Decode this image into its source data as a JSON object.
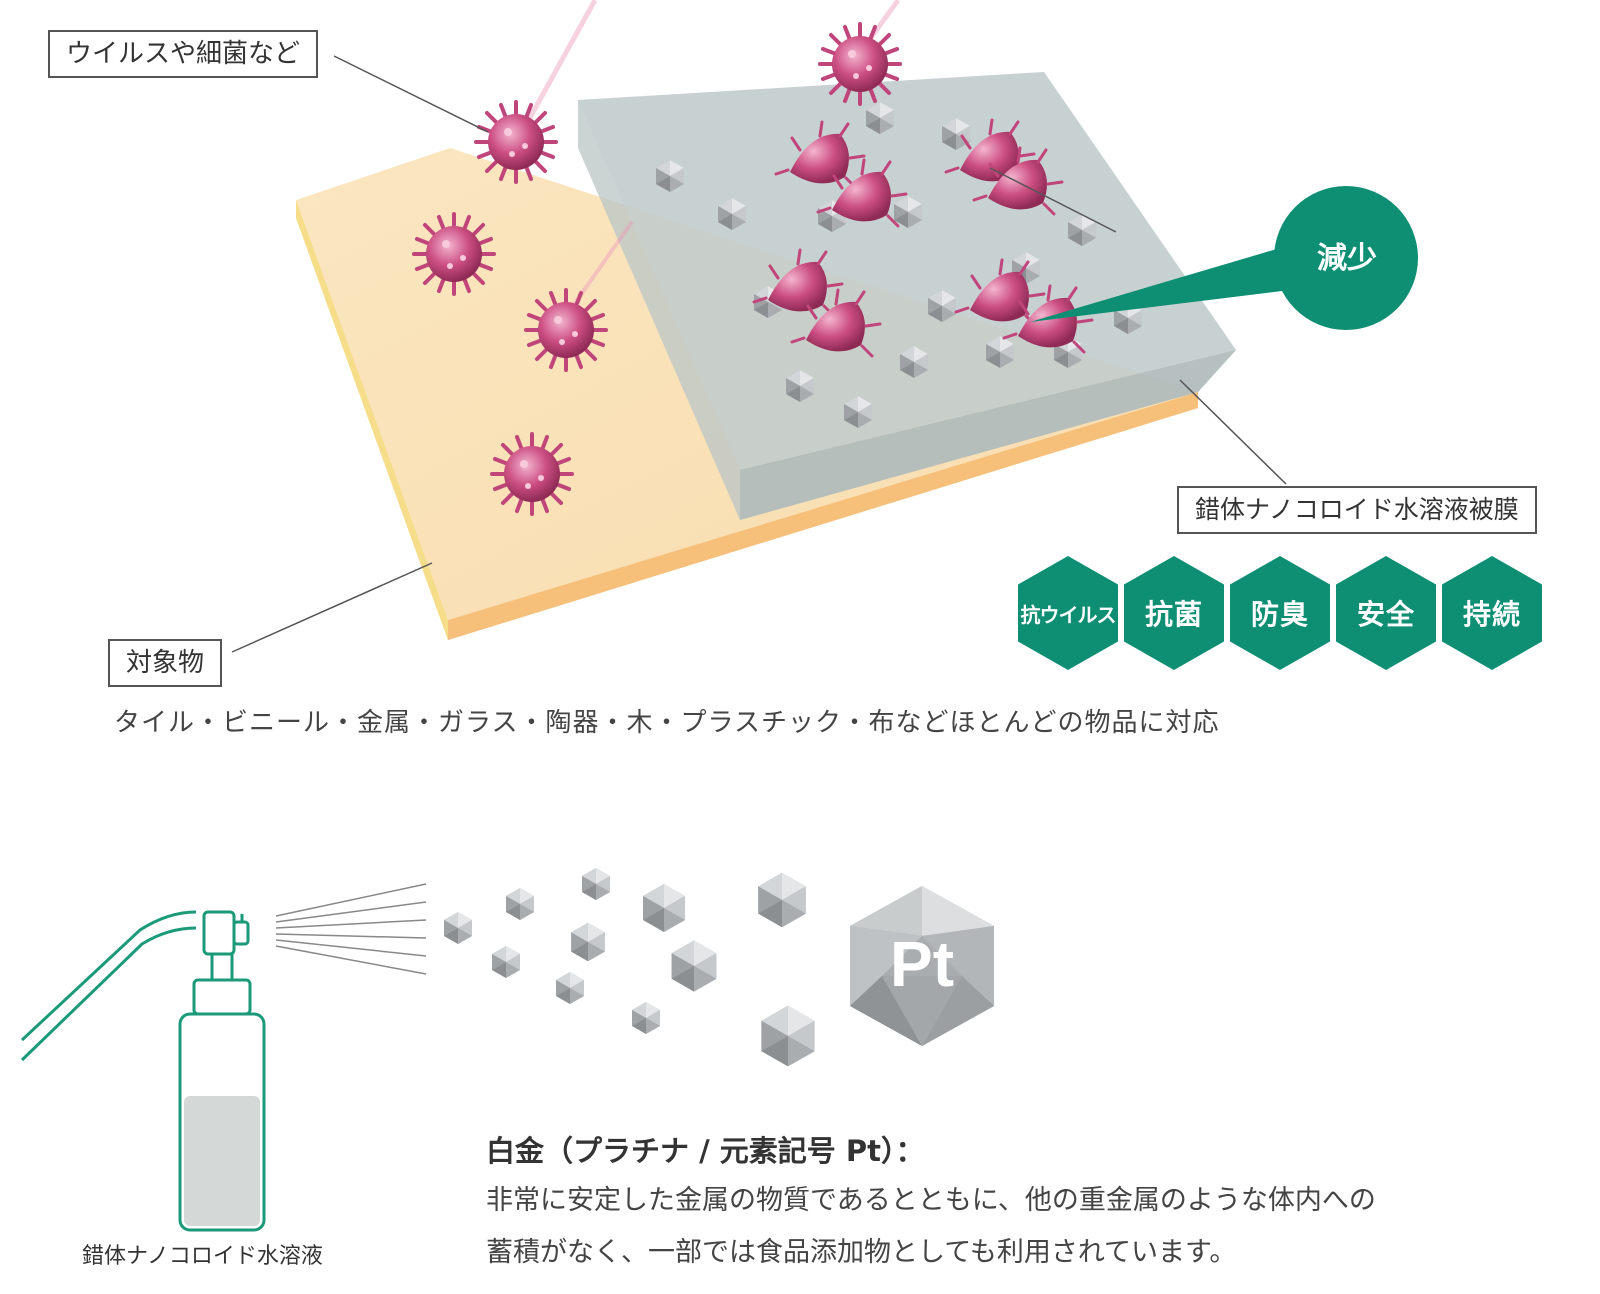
{
  "diagram": {
    "label_virus": "ウイルスや細菌など",
    "label_target": "対象物",
    "label_film": "錯体ナノコロイド水溶液被膜",
    "materials_text": "タイル・ビニール・金属・ガラス・陶器・木・プラスチック・布などほとんどの物品に対応",
    "decrease_label": "減少",
    "badges": [
      "抗ウイルス",
      "抗菌",
      "防臭",
      "安全",
      "持続"
    ]
  },
  "spray": {
    "bottle_label": "錯体ナノコロイド水溶液",
    "pt_symbol": "Pt"
  },
  "platinum": {
    "title": "白金（プラチナ / 元素記号 Pt）：",
    "line1": "非常に安定した金属の物質であるとともに、他の重金属のような体内への",
    "line2": "蓄積がなく、一部では食品添加物としても利用されています。"
  },
  "colors": {
    "green": "#0e8f74",
    "virus": "#c94a7c",
    "slab": "#f7ddb0",
    "film": "#c8d0cf"
  }
}
